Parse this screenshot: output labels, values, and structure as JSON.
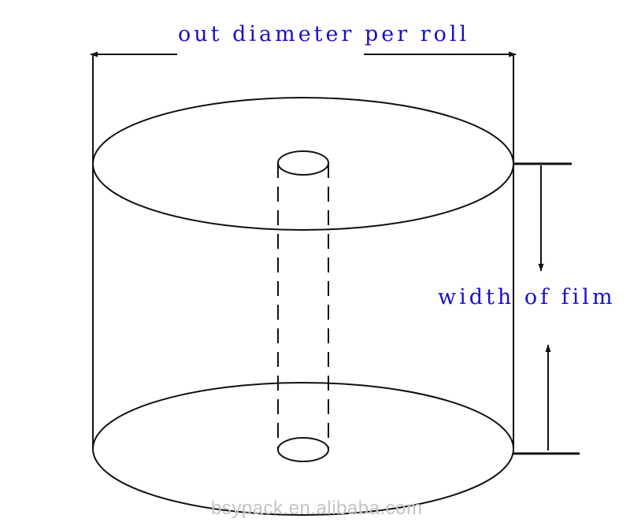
{
  "labels": {
    "diameter": "out diameter per roll",
    "width": "width of film"
  },
  "watermark": "bsypack.en.alibaba.com",
  "colors": {
    "label": "#1a10c8",
    "line": "#111111",
    "watermark": "#c4c4c4"
  }
}
